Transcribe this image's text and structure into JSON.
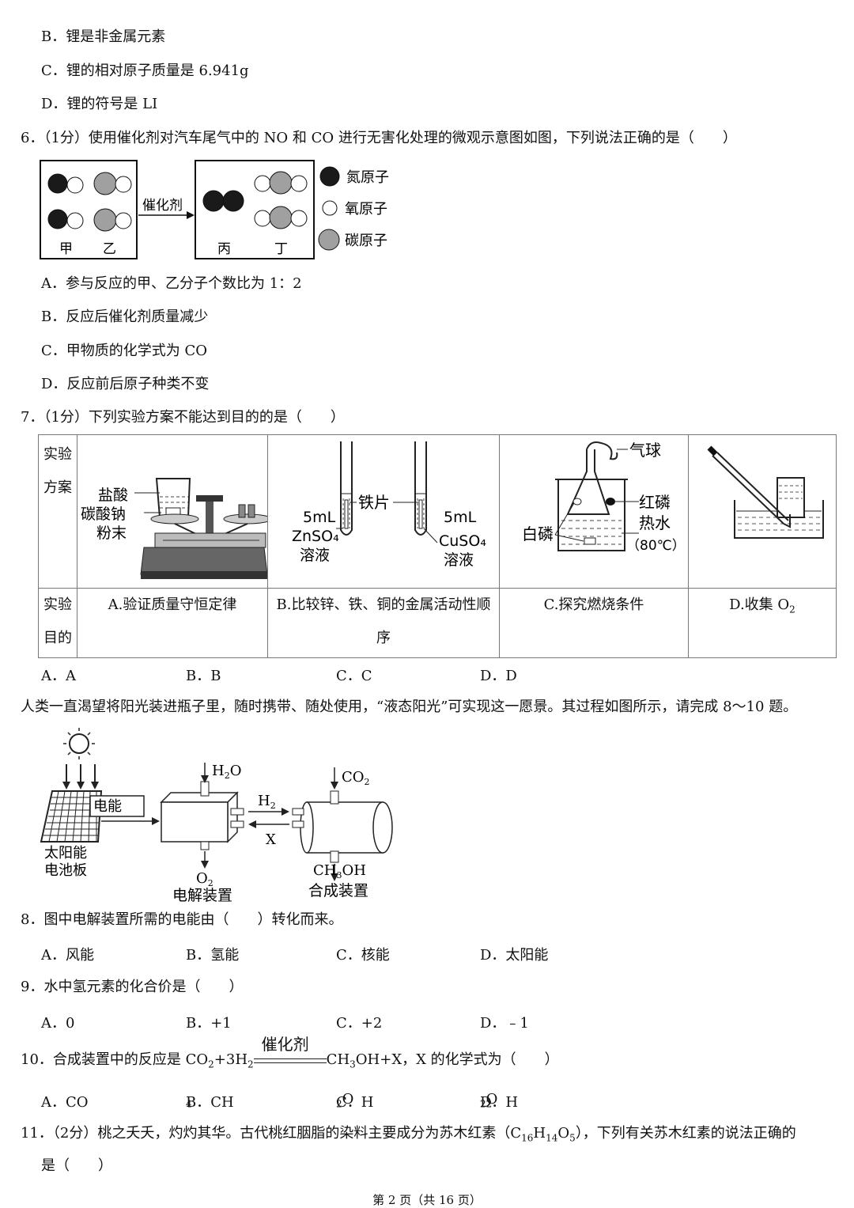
{
  "q5": {
    "b": "B．锂是非金属元素",
    "c": "C．锂的相对原子质量是 6.941g",
    "d": "D．锂的符号是 LI"
  },
  "q6": {
    "stem": "6．（1分）使用催化剂对汽车尾气中的 NO 和 CO 进行无害化处理的微观示意图如图，下列说法正确的是（　　）",
    "figure": {
      "catalyst": "催化剂",
      "left_labels": [
        "甲",
        "乙"
      ],
      "right_labels": [
        "丙",
        "丁"
      ],
      "legend": [
        "氮原子",
        "氧原子",
        "碳原子"
      ],
      "colors": {
        "nitrogen": "#1a1a1a",
        "oxygen": "#ffffff",
        "carbon": "#a0a0a0"
      }
    },
    "a": "A．参与反应的甲、乙分子个数比为 1：2",
    "b": "B．反应后催化剂质量减少",
    "c": "C．甲物质的化学式为 CO",
    "d": "D．反应前后原子种类不变"
  },
  "q7": {
    "stem": "7．（1分）下列实验方案不能达到目的的是（　　）",
    "header_plan": [
      "实验",
      "方案"
    ],
    "header_goal": [
      "实验",
      "目的"
    ],
    "planA": {
      "labels": [
        "盐酸",
        "碳酸钠",
        "粉末"
      ]
    },
    "planB": {
      "left": [
        "5mL",
        "ZnSO₄",
        "溶液"
      ],
      "mid": "铁片",
      "right": [
        "5mL",
        "CuSO₄",
        "溶液"
      ]
    },
    "planC": {
      "balloon": "气球",
      "white_p": "白磷",
      "red_p": "红磷",
      "hot_water": "热水",
      "temp": "（80℃）"
    },
    "goalA": "A.验证质量守恒定律",
    "goalB_1": "B.比较锌、铁、铜的金属活动性顺",
    "goalB_2": "序",
    "goalC": "C.探究燃烧条件",
    "goalD": "D.收集 O",
    "goalD_sub": "2",
    "opts": [
      "A．A",
      "B．B",
      "C．C",
      "D．D"
    ]
  },
  "intro": "人类一直渴望将阳光装进瓶子里，随时携带、随处使用，“液态阳光”可实现这一愿景。其过程如图所示，请完成 8～10 题。",
  "fig2": {
    "panel": [
      "太阳能",
      "电池板"
    ],
    "electric": "电能",
    "h2o": "H",
    "h2o_sub": "2",
    "h2o_tail": "O",
    "o2": "O",
    "o2_sub": "2",
    "device1": "电解装置",
    "h2": "H",
    "h2_sub": "2",
    "x": "X",
    "co2": "CO",
    "co2_sub": "2",
    "ch3oh": "CH",
    "ch3oh_sub": "3",
    "ch3oh_tail": "OH",
    "device2": "合成装置"
  },
  "q8": {
    "stem": "8．图中电解装置所需的电能由（　　）转化而来。",
    "opts": [
      "A．风能",
      "B．氢能",
      "C．核能",
      "D．太阳能"
    ]
  },
  "q9": {
    "stem": "9．水中氢元素的化合价是（　　）",
    "opts": [
      "A．0",
      "B．+1",
      "C．+2",
      "D．﹣1"
    ]
  },
  "q10": {
    "pre": "10．合成装置中的反应是 CO",
    "s1": "2",
    "mid1": "+3H",
    "s2": "2",
    "catalyst": "催化剂",
    "mid2": "CH",
    "s3": "3",
    "post": "OH+X，X 的化学式为（　　）",
    "opts": [
      {
        "p": "A．CO",
        "s": "",
        "t": ""
      },
      {
        "p": "B．CH",
        "s": "4",
        "t": ""
      },
      {
        "p": "C．H",
        "s": "2",
        "t": "O"
      },
      {
        "p": "D．H",
        "s": "2",
        "t": "O",
        "s2": "2"
      }
    ]
  },
  "q11": {
    "pre": "11．（2分）桃之夭夭，灼灼其华。古代桃红胭脂的染料主要成分为苏木红素（C",
    "s1": "16",
    "m1": "H",
    "s2": "14",
    "m2": "O",
    "s3": "5",
    "post": "），下列有关苏木红素的说法正确的",
    "line2": "是（　　）"
  },
  "footer": "第 2 页（共 16 页）"
}
